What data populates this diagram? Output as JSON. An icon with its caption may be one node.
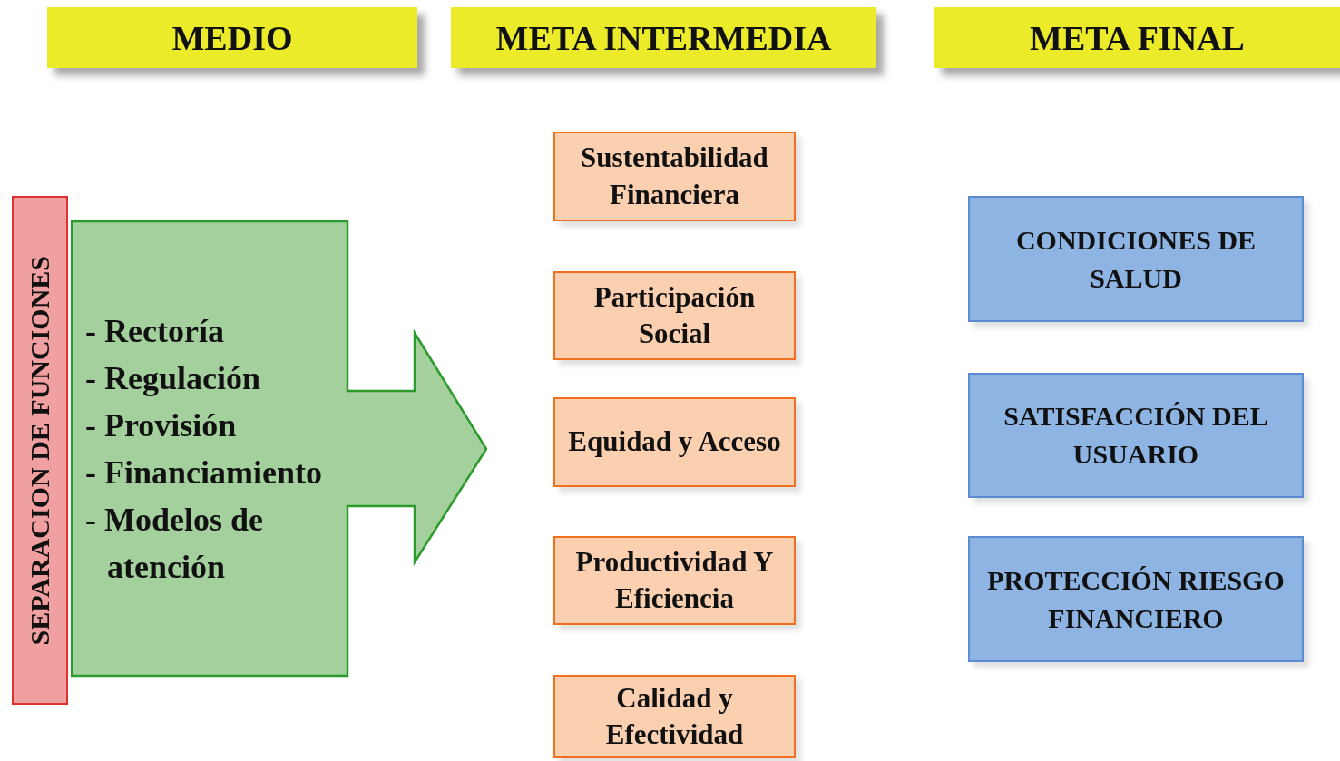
{
  "diagram": {
    "nodes": [
      {
        "text": [
          "MEDIO"
        ]
      },
      {
        "text": [
          "META INTERMEDIA"
        ]
      },
      {
        "text": [
          "META FINAL"
        ]
      },
      {
        "text": [
          "SEPARACION DE FUNCIONES"
        ]
      },
      {
        "text": [
          "- Rectoría",
          "- Regulación",
          "- Provisión",
          "- Financiamiento",
          "- Modelos de atención"
        ]
      },
      {
        "text": [
          "Sustentabilidad Financiera"
        ]
      },
      {
        "text": [
          "Participación Social"
        ]
      },
      {
        "text": [
          "Equidad y Acceso"
        ]
      },
      {
        "text": [
          "Productividad Y Eficiencia"
        ]
      },
      {
        "text": [
          "Calidad y Efectividad"
        ]
      },
      {
        "text": [
          "CONDICIONES DE SALUD"
        ]
      },
      {
        "text": [
          "SATISFACCIÓN DEL USUARIO"
        ]
      },
      {
        "text": [
          "PROTECCIÓN RIESGO FINANCIERO"
        ]
      }
    ]
  }
}
